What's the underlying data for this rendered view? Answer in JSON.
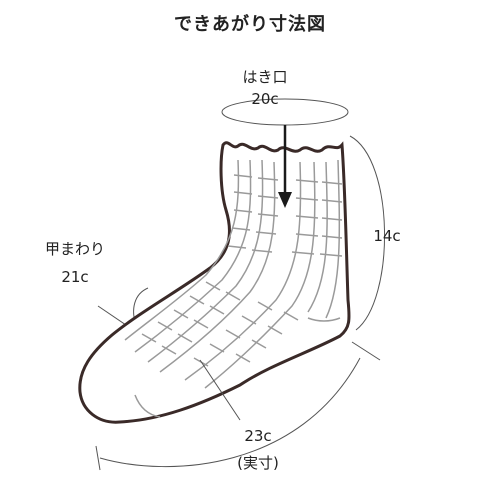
{
  "title": "できあがり寸法図",
  "measurements": {
    "opening": {
      "label": "はき口",
      "value": "20c"
    },
    "instep": {
      "label": "甲まわり",
      "value": "21c"
    },
    "height": {
      "value": "14c"
    },
    "length": {
      "value": "23c",
      "note": "(実寸)"
    }
  },
  "colors": {
    "outline": "#3a2a28",
    "pattern": "#9a9a9a",
    "guide": "#555555",
    "text": "#222222"
  }
}
